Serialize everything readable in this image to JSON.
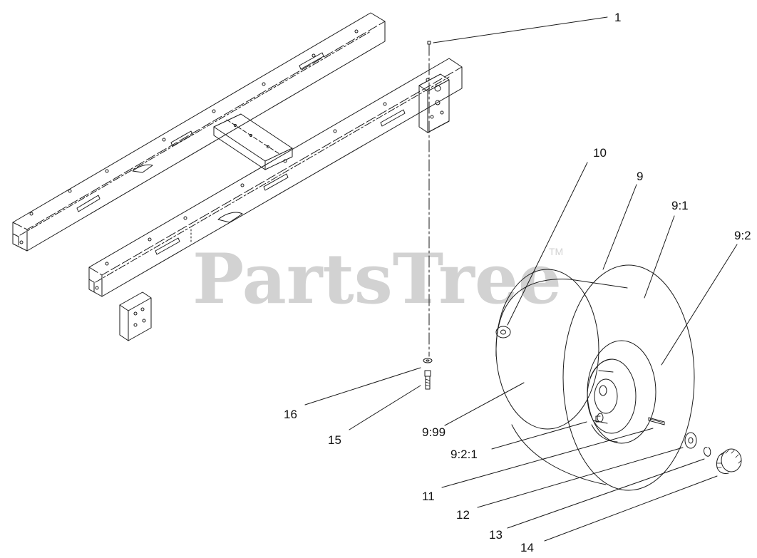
{
  "watermark": {
    "text": "PartsTree",
    "trademark": "TM"
  },
  "callouts": {
    "c1": "1",
    "c10": "10",
    "c9": "9",
    "c9_1": "9:1",
    "c9_2": "9:2",
    "c16": "16",
    "c15": "15",
    "c9_99": "9:99",
    "c9_2_1": "9:2:1",
    "c11": "11",
    "c12": "12",
    "c13": "13",
    "c14": "14"
  },
  "colors": {
    "line": "#1a1a1a",
    "watermark": "#d2d2d2",
    "background": "#ffffff"
  }
}
